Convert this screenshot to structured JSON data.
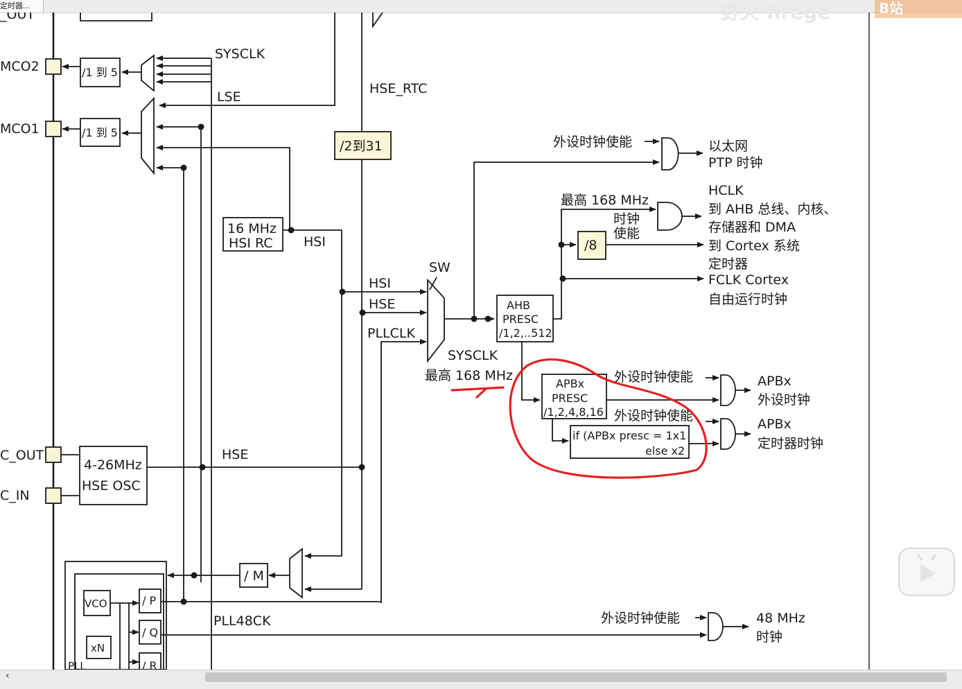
{
  "app": {
    "tab_title": "定时器...",
    "watermark": "野火 firege",
    "logo_text": "B站"
  },
  "diagram": {
    "pins": {
      "mco2": "MCO2",
      "mco1": "MCO1",
      "osc_out": "C_OUT",
      "osc_in": "C_IN"
    },
    "labels": {
      "sysclk_in": "SYSCLK",
      "lse": "LSE",
      "div_mco2": "/1 到 5",
      "div_mco1": "/1 到 5",
      "hse_rtc": "HSE_RTC",
      "div_rtc": "/2到31",
      "hsi_rc_line1": "16 MHz",
      "hsi_rc_line2": "HSI RC",
      "hsi_label": "HSI",
      "sw": "SW",
      "mux_hsi": "HSI",
      "mux_hse": "HSE",
      "mux_pllclk": "PLLCLK",
      "sysclk_out": "SYSCLK",
      "sysclk_max": "最高 168 MHz",
      "ahb_line1": "AHB",
      "ahb_line2": "PRESC",
      "ahb_line3": "/1,2,..512",
      "eth_enable": "外设时钟使能",
      "eth_out_line1": "以太网",
      "eth_out_line2": "PTP 时钟",
      "hclk_max": "最高 168 MHz",
      "hclk_enable_line1": "时钟",
      "hclk_enable_line2": "使能",
      "hclk": "HCLK",
      "hclk_desc_line1": "到 AHB 总线、内核、",
      "hclk_desc_line2": "存储器和 DMA",
      "div8": "/8",
      "cortex_line1": "到 Cortex 系统",
      "cortex_line2": "定时器",
      "fclk_line1": "FCLK Cortex",
      "fclk_line2": "自由运行时钟",
      "apb_line1": "APBx",
      "apb_line2": "PRESC",
      "apb_line3": "/1,2,4,8,16",
      "apb_enable1": "外设时钟使能",
      "apb_enable2": "外设时钟使能",
      "apb_periph_line1": "APBx",
      "apb_periph_line2": "外设时钟",
      "apb_timer_line1": "APBx",
      "apb_timer_line2": "定时器时钟",
      "mult_line1": "if (APBx presc = 1x1",
      "mult_line2": "else x2",
      "hse_osc_line1": "4-26MHz",
      "hse_osc_line2": "HSE OSC",
      "hse": "HSE",
      "div_m": "/ M",
      "vco": "VCO",
      "div_p": "/ P",
      "div_q": "/ Q",
      "div_r": "/ R",
      "xn": "xN",
      "pll48ck": "PLL48CK",
      "pll_partial": "PLL",
      "usb_enable": "外设时钟使能",
      "usb_out_line1": "48 MHz",
      "usb_out_line2": "时钟"
    }
  },
  "colors": {
    "line": "#1a1a1a",
    "box_fill": "#ffffff",
    "highlight_fill": "#fbf6d8",
    "annotation": "#e52020",
    "pin_fill": "#faf5d6"
  },
  "icons": {
    "play": "play-icon",
    "scroll_left": "scroll-left-icon"
  }
}
